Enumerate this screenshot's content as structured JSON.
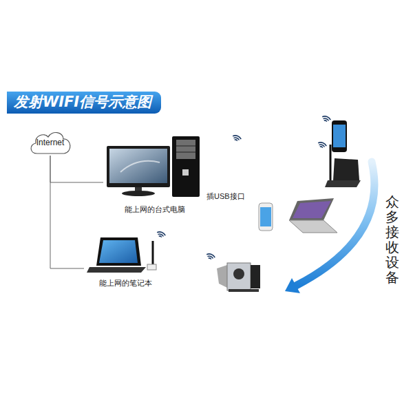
{
  "diagram": {
    "title": "发射WIFI信号示意图",
    "nodes": [
      {
        "text": [
          "Internet"
        ]
      },
      {
        "text": [
          "能上网的台式电脑"
        ]
      },
      {
        "text": [
          "能上网的笔记本"
        ]
      }
    ],
    "edges": [
      {
        "from": 0,
        "to": 1,
        "arrow": "none"
      },
      {
        "from": 0,
        "to": 2,
        "arrow": "none"
      }
    ],
    "labels": [
      "插USB接口",
      "众多接收设备"
    ]
  }
}
